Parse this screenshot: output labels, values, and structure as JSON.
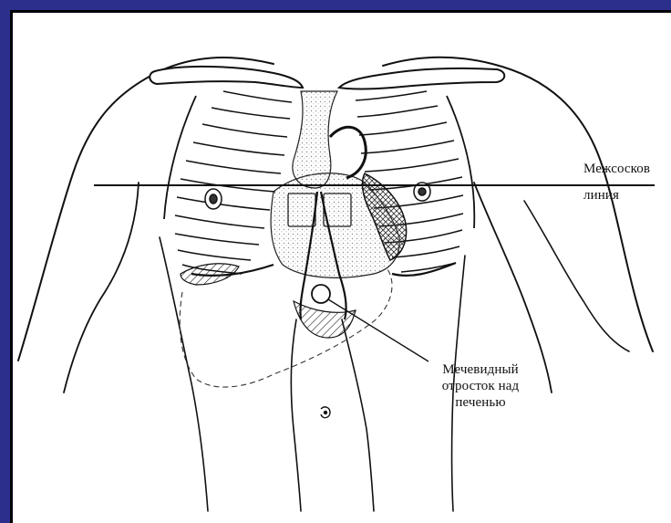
{
  "labels": {
    "nipple_line_line1": "Межсосков",
    "nipple_line_line2": "линия",
    "xiphoid_line1": "Мечевидный",
    "xiphoid_line2": "отросток над",
    "xiphoid_line3": "печенью"
  },
  "colors": {
    "frame_border": "#2d2f8c",
    "ink": "#111111",
    "stipple": "#9a9a9a",
    "background": "#ffffff"
  }
}
